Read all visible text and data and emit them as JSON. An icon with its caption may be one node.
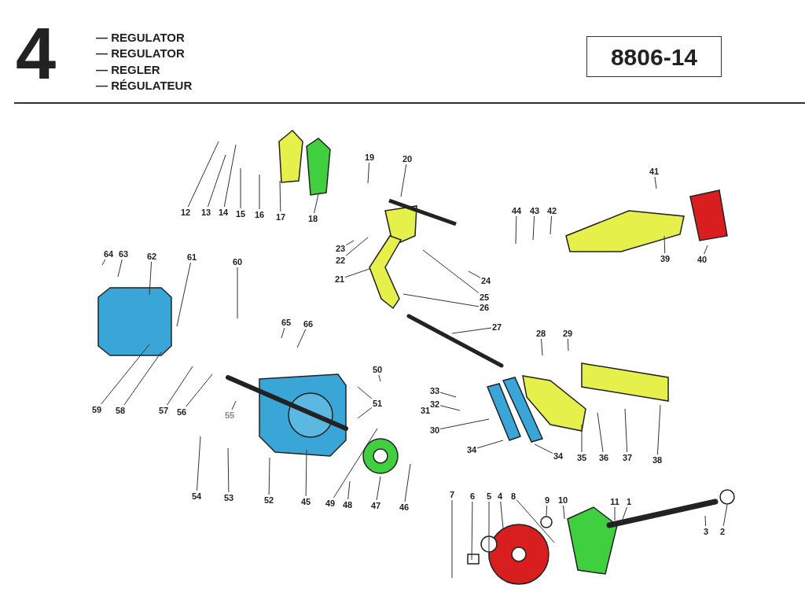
{
  "diagram": {
    "title": "4",
    "nodes": [
      {
        "text": [
          "8806-14"
        ]
      },
      {
        "text": [
          "12"
        ]
      },
      {
        "text": [
          "13"
        ]
      },
      {
        "text": [
          "14"
        ]
      },
      {
        "text": [
          "15"
        ]
      },
      {
        "text": [
          "16"
        ]
      },
      {
        "text": [
          "17"
        ]
      },
      {
        "text": [
          "18"
        ]
      },
      {
        "text": [
          "19"
        ]
      },
      {
        "text": [
          "20"
        ]
      },
      {
        "text": [
          "41"
        ]
      },
      {
        "text": [
          "44"
        ]
      },
      {
        "text": [
          "43"
        ]
      },
      {
        "text": [
          "42"
        ]
      },
      {
        "text": [
          "23"
        ]
      },
      {
        "text": [
          "22"
        ]
      },
      {
        "text": [
          "64"
        ]
      },
      {
        "text": [
          "63"
        ]
      },
      {
        "text": [
          "62"
        ]
      },
      {
        "text": [
          "61"
        ]
      },
      {
        "text": [
          "60"
        ]
      },
      {
        "text": [
          "39"
        ]
      },
      {
        "text": [
          "40"
        ]
      },
      {
        "text": [
          "21"
        ]
      },
      {
        "text": [
          "24"
        ]
      },
      {
        "text": [
          "25"
        ]
      },
      {
        "text": [
          "26"
        ]
      },
      {
        "text": [
          "65"
        ]
      },
      {
        "text": [
          "66"
        ]
      },
      {
        "text": [
          "27"
        ]
      },
      {
        "text": [
          "28"
        ]
      },
      {
        "text": [
          "29"
        ]
      },
      {
        "text": [
          "50"
        ]
      },
      {
        "text": [
          "33"
        ]
      },
      {
        "text": [
          "51"
        ]
      },
      {
        "text": [
          "32"
        ]
      },
      {
        "text": [
          "59"
        ]
      },
      {
        "text": [
          "58"
        ]
      },
      {
        "text": [
          "57"
        ]
      },
      {
        "text": [
          "56"
        ]
      },
      {
        "text": [
          "55"
        ]
      },
      {
        "text": [
          "30"
        ]
      },
      {
        "text": [
          "34"
        ]
      },
      {
        "text": [
          "34"
        ]
      },
      {
        "text": [
          "35"
        ]
      },
      {
        "text": [
          "36"
        ]
      },
      {
        "text": [
          "37"
        ]
      },
      {
        "text": [
          "38"
        ]
      },
      {
        "text": [
          "7"
        ]
      },
      {
        "text": [
          "6"
        ]
      },
      {
        "text": [
          "5"
        ]
      },
      {
        "text": [
          "4"
        ]
      },
      {
        "text": [
          "8"
        ]
      },
      {
        "text": [
          "54"
        ]
      },
      {
        "text": [
          "53"
        ]
      },
      {
        "text": [
          "52"
        ]
      },
      {
        "text": [
          "9"
        ]
      },
      {
        "text": [
          "10"
        ]
      },
      {
        "text": [
          "11"
        ]
      },
      {
        "text": [
          "1"
        ]
      },
      {
        "text": [
          "45"
        ]
      },
      {
        "text": [
          "49"
        ]
      },
      {
        "text": [
          "48"
        ]
      },
      {
        "text": [
          "47"
        ]
      },
      {
        "text": [
          "46"
        ]
      },
      {
        "text": [
          "2"
        ]
      },
      {
        "text": [
          "3"
        ]
      }
    ],
    "edges": [
      {
        "from": 1,
        "to": null,
        "arrow": "none"
      },
      {
        "from": 2,
        "to": null,
        "arrow": "none"
      },
      {
        "from": 3,
        "to": null,
        "arrow": "none"
      },
      {
        "from": 4,
        "to": null,
        "arrow": "none"
      },
      {
        "from": 5,
        "to": null,
        "arrow": "none"
      },
      {
        "from": 6,
        "to": null,
        "arrow": "none"
      },
      {
        "from": 7,
        "to": null,
        "arrow": "none"
      },
      {
        "from": 8,
        "to": null,
        "arrow": "none"
      },
      {
        "from": 9,
        "to": null,
        "arrow": "none"
      },
      {
        "from": 10,
        "to": null,
        "arrow": "none"
      },
      {
        "from": 11,
        "to": null,
        "arrow": "none"
      },
      {
        "from": 12,
        "to": null,
        "arrow": "none"
      },
      {
        "from": 13,
        "to": null,
        "arrow": "none"
      },
      {
        "from": 14,
        "to": null,
        "arrow": "none"
      },
      {
        "from": 15,
        "to": null,
        "arrow": "none"
      },
      {
        "from": 16,
        "to": null,
        "arrow": "none"
      },
      {
        "from": 17,
        "to": null,
        "arrow": "none"
      },
      {
        "from": 18,
        "to": null,
        "arrow": "none"
      },
      {
        "from": 19,
        "to": null,
        "arrow": "none"
      },
      {
        "from": 20,
        "to": null,
        "arrow": "none"
      },
      {
        "from": 21,
        "to": null,
        "arrow": "none"
      },
      {
        "from": 22,
        "to": null,
        "arrow": "none"
      },
      {
        "from": 23,
        "to": null,
        "arrow": "none"
      },
      {
        "from": 24,
        "to": null,
        "arrow": "none"
      },
      {
        "from": 25,
        "to": null,
        "arrow": "none"
      },
      {
        "from": 26,
        "to": null,
        "arrow": "none"
      },
      {
        "from": 27,
        "to": null,
        "arrow": "none"
      },
      {
        "from": 28,
        "to": null,
        "arrow": "none"
      },
      {
        "from": 29,
        "to": null,
        "arrow": "none"
      },
      {
        "from": 30,
        "to": null,
        "arrow": "none"
      },
      {
        "from": 31,
        "to": null,
        "arrow": "none"
      },
      {
        "from": 32,
        "to": null,
        "arrow": "none"
      },
      {
        "from": 33,
        "to": null,
        "arrow": "none"
      },
      {
        "from": 34,
        "to": null,
        "arrow": "none"
      },
      {
        "from": 34,
        "to": null,
        "arrow": "none"
      },
      {
        "from": 35,
        "to": null,
        "arrow": "none"
      },
      {
        "from": 36,
        "to": null,
        "arrow": "none"
      },
      {
        "from": 37,
        "to": null,
        "arrow": "none"
      },
      {
        "from": 38,
        "to": null,
        "arrow": "none"
      },
      {
        "from": 39,
        "to": null,
        "arrow": "none"
      },
      {
        "from": 40,
        "to": null,
        "arrow": "none"
      },
      {
        "from": 41,
        "to": null,
        "arrow": "none"
      },
      {
        "from": 42,
        "to": null,
        "arrow": "none"
      },
      {
        "from": 43,
        "to": null,
        "arrow": "none"
      },
      {
        "from": 44,
        "to": null,
        "arrow": "none"
      },
      {
        "from": 45,
        "to": null,
        "arrow": "none"
      },
      {
        "from": 46,
        "to": null,
        "arrow": "none"
      },
      {
        "from": 47,
        "to": null,
        "arrow": "none"
      },
      {
        "from": 48,
        "to": null,
        "arrow": "none"
      },
      {
        "from": 49,
        "to": null,
        "arrow": "none"
      },
      {
        "from": 50,
        "to": null,
        "arrow": "none"
      },
      {
        "from": 51,
        "to": null,
        "arrow": "none"
      },
      {
        "from": 52,
        "to": null,
        "arrow": "none"
      },
      {
        "from": 53,
        "to": null,
        "arrow": "none"
      },
      {
        "from": 54,
        "to": null,
        "arrow": "none"
      },
      {
        "from": 55,
        "to": null,
        "arrow": "none"
      },
      {
        "from": 56,
        "to": null,
        "arrow": "none"
      },
      {
        "from": 57,
        "to": null,
        "arrow": "none"
      },
      {
        "from": 58,
        "to": null,
        "arrow": "none"
      },
      {
        "from": 59,
        "to": null,
        "arrow": "none"
      },
      {
        "from": 60,
        "to": null,
        "arrow": "none"
      },
      {
        "from": 61,
        "to": null,
        "arrow": "none"
      },
      {
        "from": 62,
        "to": null,
        "arrow": "none"
      },
      {
        "from": 63,
        "to": null,
        "arrow": "none"
      },
      {
        "from": 64,
        "to": null,
        "arrow": "none"
      },
      {
        "from": 65,
        "to": null,
        "arrow": "none"
      },
      {
        "from": 66,
        "to": null,
        "arrow": "none"
      }
    ],
    "labels": [
      "— REGULATOR",
      "— REGULATOR",
      "— REGLER",
      "— RÉGULATEUR",
      "31"
    ]
  }
}
